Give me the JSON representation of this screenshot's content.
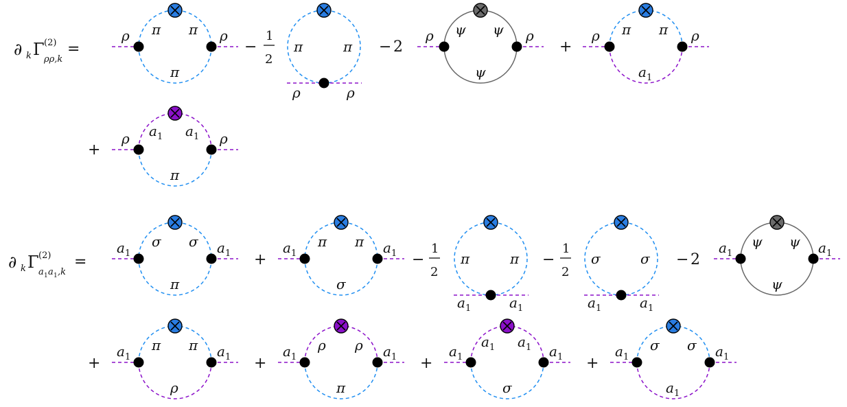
{
  "colors": {
    "pion": "#1f8ef1",
    "vector": "#8b10c9",
    "fermion": "#666666",
    "vertex": "#000000",
    "regulator_pion": "#2a7de1",
    "regulator_vector": "#8b10c9",
    "regulator_fermion": "#6b6b6b"
  },
  "eq1": {
    "lhs": {
      "partial": "∂",
      "k": "k",
      "gamma": "Γ",
      "sup": "(2)",
      "sub": "ρρ,k",
      "eq": "="
    },
    "coefs": {
      "minus": "−",
      "plus": "+",
      "half_num": "1",
      "half_den": "2",
      "two": "2"
    },
    "d1": {
      "left": "ρ",
      "right": "ρ",
      "tl": "π",
      "tr": "π",
      "bottom": "π"
    },
    "d2": {
      "l": "π",
      "r": "π",
      "bl": "ρ",
      "br": "ρ"
    },
    "d3": {
      "left": "ρ",
      "right": "ρ",
      "tl": "ψ",
      "tr": "ψ",
      "bottom": "ψ"
    },
    "d4": {
      "left": "ρ",
      "right": "ρ",
      "tl": "π",
      "tr": "π",
      "bottom_base": "a",
      "bottom_sub": "1"
    },
    "d5": {
      "left": "ρ",
      "right": "ρ",
      "tl_base": "a",
      "tl_sub": "1",
      "tr_base": "a",
      "tr_sub": "1",
      "bottom": "π"
    }
  },
  "eq2": {
    "lhs": {
      "partial": "∂",
      "k": "k",
      "gamma": "Γ",
      "sup": "(2)",
      "sub_a": "a",
      "sub_1": "1",
      "sub_b": "a",
      "sub_2": "1",
      "sub_k": ",k",
      "eq": "="
    },
    "ext": {
      "base": "a",
      "sub": "1"
    },
    "d1": {
      "tl": "σ",
      "tr": "σ",
      "bottom": "π"
    },
    "d2": {
      "tl": "π",
      "tr": "π",
      "bottom": "σ"
    },
    "d3": {
      "l": "π",
      "r": "π"
    },
    "d4": {
      "l": "σ",
      "r": "σ"
    },
    "d5": {
      "tl": "ψ",
      "tr": "ψ",
      "bottom": "ψ"
    },
    "d6": {
      "tl": "π",
      "tr": "π",
      "bottom": "ρ"
    },
    "d7": {
      "tl": "ρ",
      "tr": "ρ",
      "bottom": "π"
    },
    "d8": {
      "tl_base": "a",
      "tl_sub": "1",
      "tr_base": "a",
      "tr_sub": "1",
      "bottom": "σ"
    },
    "d9": {
      "tl": "σ",
      "tr": "σ",
      "bottom_base": "a",
      "bottom_sub": "1"
    }
  }
}
